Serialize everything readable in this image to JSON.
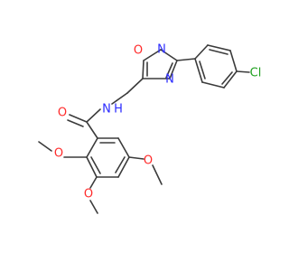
{
  "molecule": {
    "atom_labels": {
      "o_ring": "O",
      "n_ring_top": "N",
      "n_ring_bottom": "N",
      "cl": "Cl",
      "n_amide": "N",
      "h_amide": "H",
      "o_carbonyl": "O",
      "o_methoxy_ortho": "O",
      "o_methoxy_meta": "O",
      "o_methoxy_para": "O"
    },
    "colors": {
      "bond": "#3b3b3b",
      "oxygen": "#ff2a2a",
      "nitrogen": "#2b2bff",
      "chlorine": "#1fa01f"
    }
  }
}
